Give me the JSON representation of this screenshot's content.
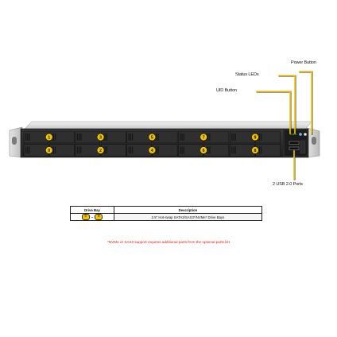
{
  "callouts": {
    "power_button": "Power Button",
    "status_leds": "Status LEDs",
    "uid_button": "UID Button",
    "usb_ports": "2 USB 2.0 Ports"
  },
  "drive_bays": {
    "top_row": [
      "1",
      "3",
      "5",
      "7",
      "9"
    ],
    "bottom_row": [
      "0",
      "2",
      "4",
      "6",
      "8"
    ]
  },
  "legend": {
    "header_bay": "Drive Bay",
    "header_description": "Description",
    "rows": [
      {
        "bay_from": "0",
        "separator": "~",
        "bay_to": "9",
        "description": "2.5\" Hot-swap SATA3/SAS3*/NVMe* Drive Bays"
      }
    ]
  },
  "note": "*NVMe or SAS3 support requires additional parts from the optional parts list",
  "colors": {
    "accent": "#f2c500",
    "note": "#d81e1e",
    "chassis": "#2a2a2a",
    "handle": "#d8d8d8"
  }
}
